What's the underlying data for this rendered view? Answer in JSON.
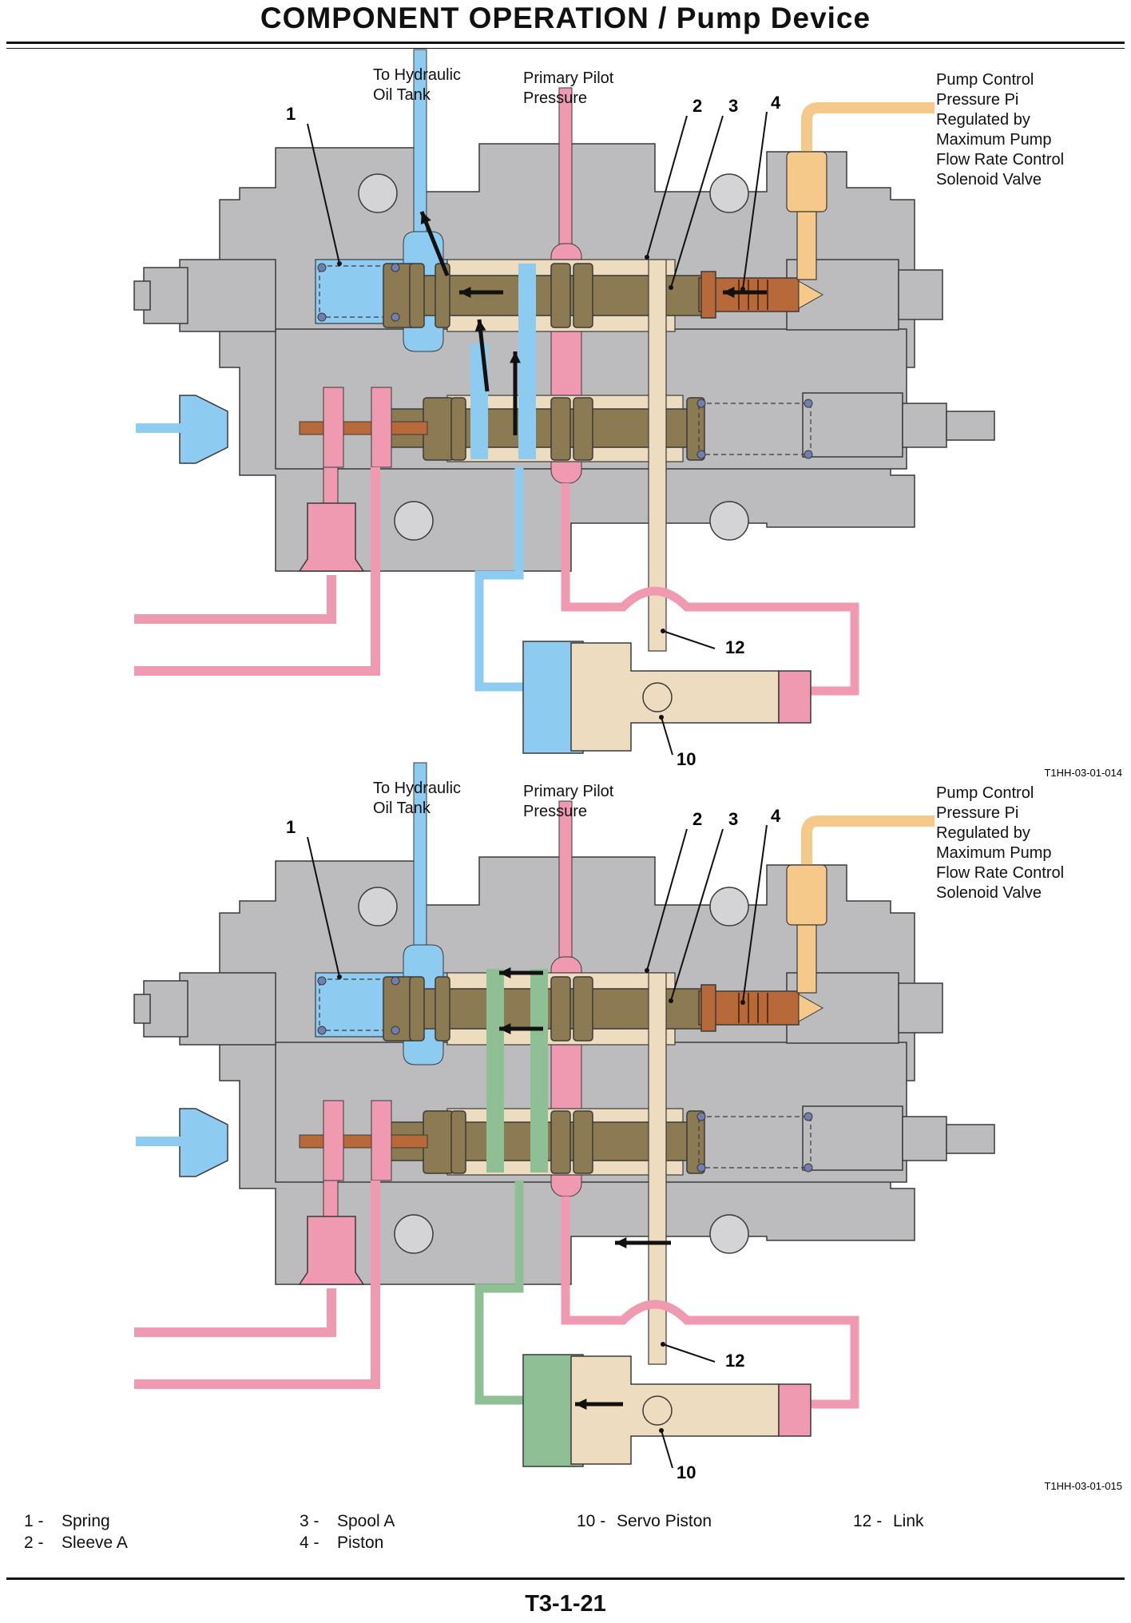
{
  "header": {
    "title": "COMPONENT OPERATION / Pump Device"
  },
  "diagrams": [
    {
      "figure_id": "T1HH-03-01-014",
      "labels": {
        "tank": [
          "To Hydraulic",
          "Oil Tank"
        ],
        "pilot": [
          "Primary Pilot",
          "Pressure"
        ],
        "pump_control": [
          "Pump Control",
          "Pressure Pi",
          "Regulated by",
          "Maximum Pump",
          "Flow Rate Control",
          "Solenoid Valve"
        ]
      },
      "callouts": [
        "1",
        "2",
        "3",
        "4",
        "12",
        "10"
      ]
    },
    {
      "figure_id": "T1HH-03-01-015",
      "labels": {
        "tank": [
          "To Hydraulic",
          "Oil Tank"
        ],
        "pilot": [
          "Primary Pilot",
          "Pressure"
        ],
        "pump_control": [
          "Pump Control",
          "Pressure Pi",
          "Regulated by",
          "Maximum Pump",
          "Flow Rate Control",
          "Solenoid Valve"
        ]
      },
      "callouts": [
        "1",
        "2",
        "3",
        "4",
        "12",
        "10"
      ]
    }
  ],
  "legend": [
    {
      "num": "1 -",
      "label": "Spring"
    },
    {
      "num": "2 -",
      "label": "Sleeve A"
    },
    {
      "num": "3 -",
      "label": "Spool A"
    },
    {
      "num": "4 -",
      "label": "Piston"
    },
    {
      "num": "10 -",
      "label": "Servo Piston"
    },
    {
      "num": "12 -",
      "label": "Link"
    }
  ],
  "footer": {
    "page": "T3-1-21"
  },
  "colors": {
    "body": "#bcbcbe",
    "tank_oil": "#8ecbf0",
    "pilot_oil": "#f09ab2",
    "control_oil": "#f4c98a",
    "servo_oil": "#8fc095",
    "spool": "#8c7a52",
    "link": "#eddcc0",
    "piston": "#b8693a"
  }
}
